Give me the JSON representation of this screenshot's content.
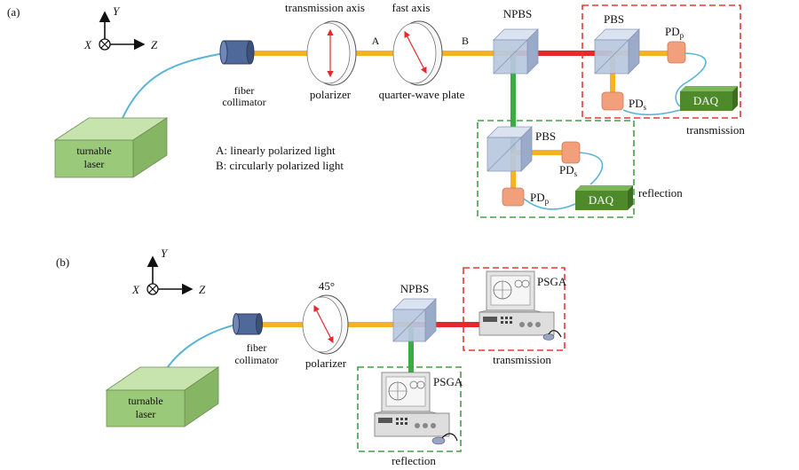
{
  "panel_a": {
    "label": "(a)",
    "axes": {
      "x": "X",
      "y": "Y",
      "z": "Z"
    },
    "laser": {
      "line1": "turnable",
      "line2": "laser"
    },
    "collimator": {
      "line1": "fiber",
      "line2": "collimator"
    },
    "polarizer_title": "transmission axis",
    "polarizer_label": "polarizer",
    "point_a": "A",
    "point_b": "B",
    "qwp_title": "fast axis",
    "qwp_label": "quarter-wave plate",
    "npbs": "NPBS",
    "legend_a": "A: linearly polarized light",
    "legend_b": "B: circularly polarized light",
    "transmission": {
      "pbs": "PBS",
      "pdp": {
        "base": "PD",
        "sub": "p"
      },
      "pds": {
        "base": "PD",
        "sub": "s"
      },
      "daq": "DAQ",
      "caption": "transmission"
    },
    "reflection": {
      "pbs": "PBS",
      "pds": {
        "base": "PD",
        "sub": "s"
      },
      "pdp": {
        "base": "PD",
        "sub": "p"
      },
      "daq": "DAQ",
      "caption": "reflection"
    }
  },
  "panel_b": {
    "label": "(b)",
    "axes": {
      "x": "X",
      "y": "Y",
      "z": "Z"
    },
    "laser": {
      "line1": "turnable",
      "line2": "laser"
    },
    "collimator": {
      "line1": "fiber",
      "line2": "collimator"
    },
    "angle": "45°",
    "polarizer_label": "polarizer",
    "npbs": "NPBS",
    "transmission": {
      "instrument": "PSGA",
      "caption": "transmission"
    },
    "reflection": {
      "instrument": "PSGA",
      "caption": "reflection"
    }
  },
  "colors": {
    "beam_yellow": "#f5b324",
    "beam_red": "#e8272a",
    "beam_green": "#3bab48",
    "fiber": "#5ab4d6",
    "laser_green": "#9bc97a",
    "daq_green": "#4e8a2c",
    "detector": "#f2a07b",
    "cube_blue": "#b9c8e0",
    "box_red": "#e53935",
    "box_green": "#43a047",
    "instrument": "#dedede"
  }
}
